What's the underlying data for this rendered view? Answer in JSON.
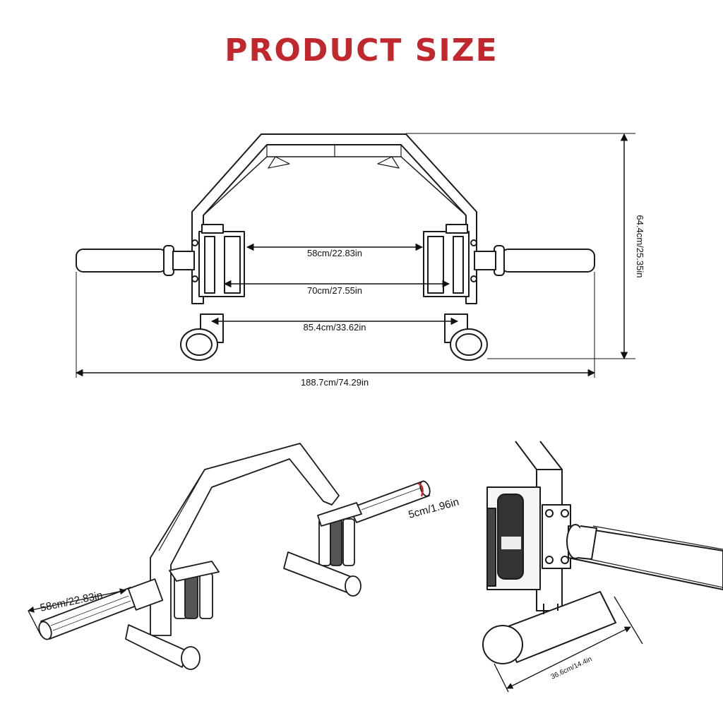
{
  "header": {
    "title": "PRODUCT  SIZE"
  },
  "colors": {
    "title": "#c0282d",
    "line": "#1a1a1a",
    "marker": "#d42020"
  },
  "dimensions": {
    "inner_handle_spacing": "58cm/22.83in",
    "frame_inner_width": "70cm/27.55in",
    "foot_spacing": "85.4cm/33.62in",
    "overall_length": "188.7cm/74.29in",
    "overall_height": "64.4cm/25.35in",
    "sleeve_length": "58cm/22.83in",
    "sleeve_diameter": "5cm/1.96in",
    "foot_length": "36.6cm/14.4in"
  }
}
